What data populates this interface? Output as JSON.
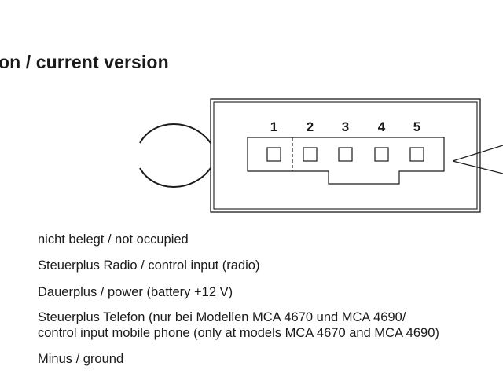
{
  "heading": "on / current version",
  "pins": [
    "1",
    "2",
    "3",
    "4",
    "5"
  ],
  "descriptions": {
    "pin1": "nicht belegt / not occupied",
    "pin2": "Steuerplus Radio / control input (radio)",
    "pin3": "Dauerplus / power (battery +12 V)",
    "pin4_line1": "Steuerplus Telefon (nur bei Modellen MCA 4670 und MCA 4690/",
    "pin4_line2": "control input mobile phone (only at models MCA 4670 and MCA 4690)",
    "pin5": "Minus / ground"
  }
}
